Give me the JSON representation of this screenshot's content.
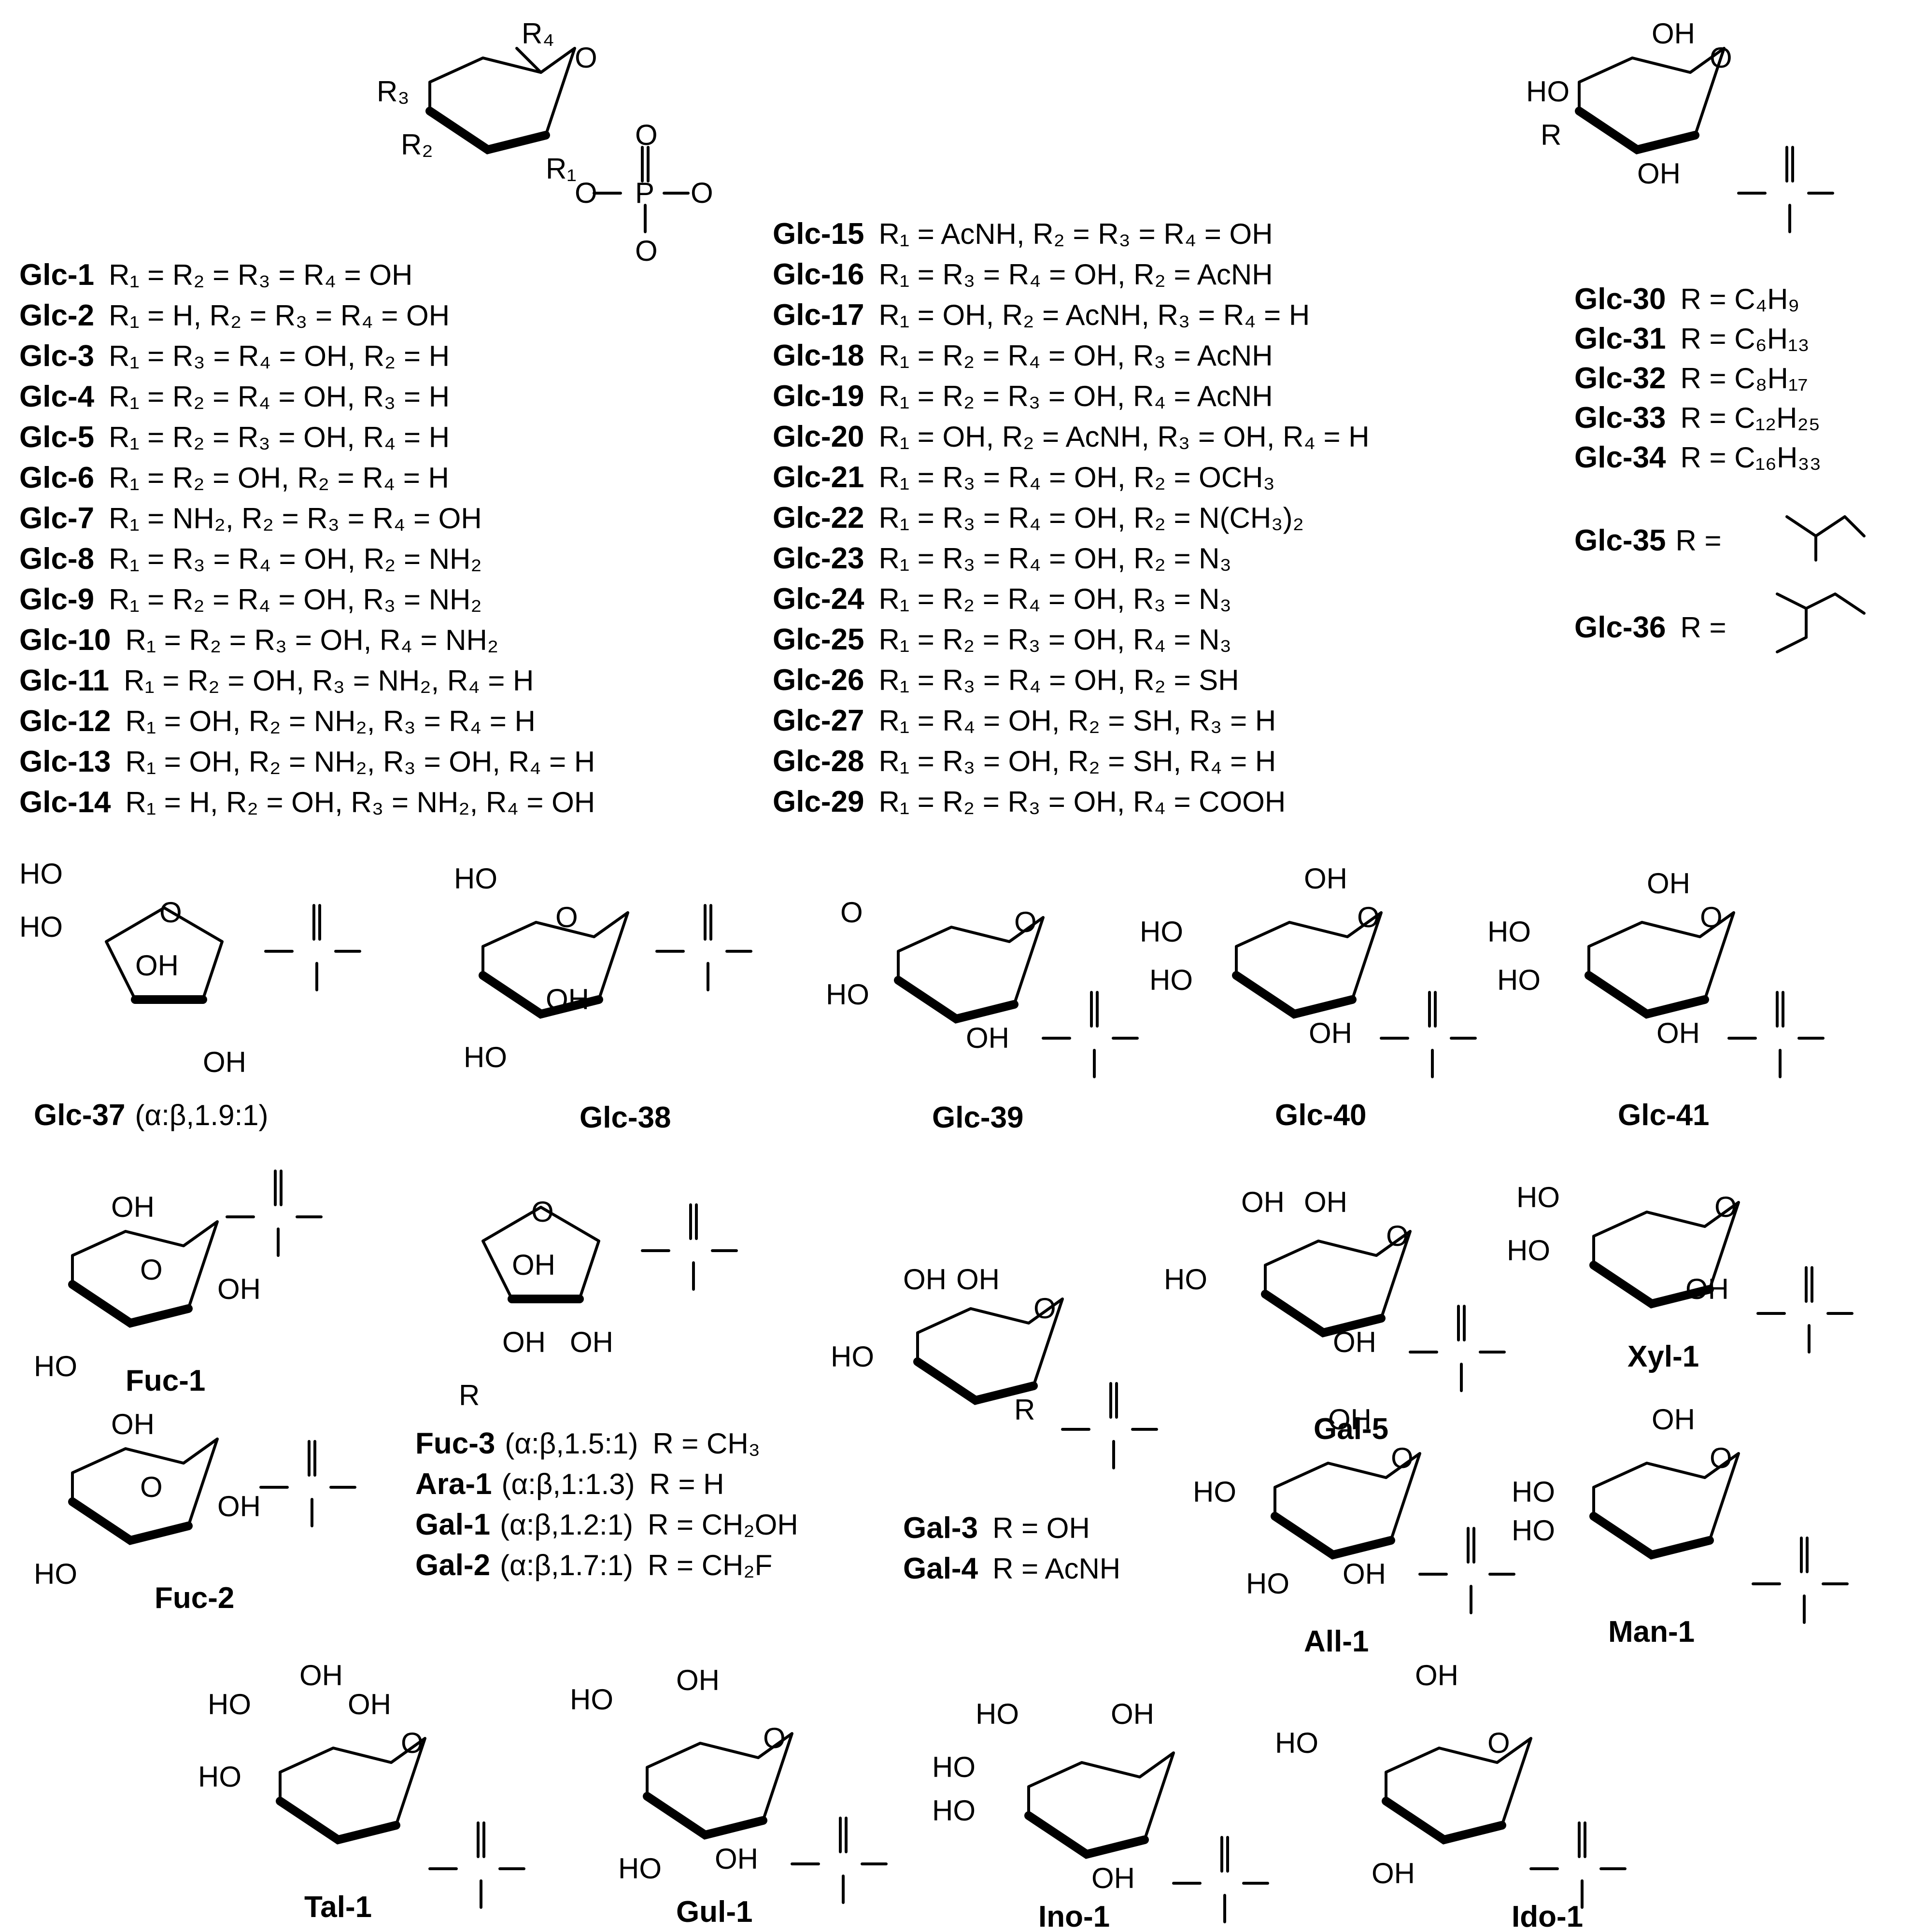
{
  "glc_series": [
    {
      "id": "Glc-1",
      "formula": "R₁ = R₂ = R₃ = R₄ = OH"
    },
    {
      "id": "Glc-2",
      "formula": "R₁ = H, R₂ = R₃ = R₄ = OH"
    },
    {
      "id": "Glc-3",
      "formula": "R₁ = R₃ = R₄ = OH, R₂ = H"
    },
    {
      "id": "Glc-4",
      "formula": "R₁ = R₂ = R₄ = OH, R₃ = H"
    },
    {
      "id": "Glc-5",
      "formula": "R₁ = R₂ = R₃ = OH, R₄ = H"
    },
    {
      "id": "Glc-6",
      "formula": "R₁ = R₂ = OH, R₂ = R₄ = H"
    },
    {
      "id": "Glc-7",
      "formula": "R₁ = NH₂, R₂ = R₃ = R₄ = OH"
    },
    {
      "id": "Glc-8",
      "formula": "R₁ = R₃ = R₄ = OH, R₂ = NH₂"
    },
    {
      "id": "Glc-9",
      "formula": "R₁ = R₂ = R₄ = OH, R₃ = NH₂"
    },
    {
      "id": "Glc-10",
      "formula": "R₁ = R₂ = R₃ = OH, R₄ = NH₂"
    },
    {
      "id": "Glc-11",
      "formula": "R₁ = R₂ = OH, R₃ =  NH₂, R₄ = H"
    },
    {
      "id": "Glc-12",
      "formula": "R₁ = OH, R₂ = NH₂, R₃ = R₄ = H"
    },
    {
      "id": "Glc-13",
      "formula": "R₁ = OH, R₂ = NH₂, R₃ = OH, R₄ = H"
    },
    {
      "id": "Glc-14",
      "formula": "R₁ = H, R₂ = OH, R₃ = NH₂,  R₄ = OH"
    },
    {
      "id": "Glc-15",
      "formula": "R₁ = AcNH, R₂ = R₃ = R₄ = OH"
    },
    {
      "id": "Glc-16",
      "formula": "R₁ = R₃ = R₄ = OH, R₂ = AcNH"
    },
    {
      "id": "Glc-17",
      "formula": "R₁ = OH, R₂ = AcNH, R₃ = R₄ = H"
    },
    {
      "id": "Glc-18",
      "formula": "R₁ = R₂ = R₄ = OH, R₃ = AcNH"
    },
    {
      "id": "Glc-19",
      "formula": "R₁ = R₂ = R₃ = OH, R₄ = AcNH"
    },
    {
      "id": "Glc-20",
      "formula": "R₁ = OH, R₂ = AcNH, R₃ = OH, R₄ = H"
    },
    {
      "id": "Glc-21",
      "formula": "R₁ = R₃ = R₄ = OH, R₂ = OCH₃"
    },
    {
      "id": "Glc-22",
      "formula": "R₁ = R₃ = R₄ = OH, R₂ = N(CH₃)₂"
    },
    {
      "id": "Glc-23",
      "formula": "R₁ = R₃ = R₄ = OH, R₂ = N₃"
    },
    {
      "id": "Glc-24",
      "formula": "R₁ = R₂ = R₄ = OH, R₃ = N₃"
    },
    {
      "id": "Glc-25",
      "formula": "R₁ = R₂ = R₃ = OH, R₄ = N₃"
    },
    {
      "id": "Glc-26",
      "formula": "R₁ = R₃ = R₄ = OH, R₂ = SH"
    },
    {
      "id": "Glc-27",
      "formula": "R₁ = R₄ = OH, R₂ = SH, R₃ = H"
    },
    {
      "id": "Glc-28",
      "formula": "R₁ = R₃ = OH, R₂ = SH, R₄ = H"
    },
    {
      "id": "Glc-29",
      "formula": "R₁ = R₂ = R₃ = OH, R₄ = COOH"
    }
  ],
  "alkyl_series": [
    {
      "id": "Glc-30",
      "formula": "R = C₄H₉"
    },
    {
      "id": "Glc-31",
      "formula": "R = C₆H₁₃"
    },
    {
      "id": "Glc-32",
      "formula": "R = C₈H₁₇"
    },
    {
      "id": "Glc-33",
      "formula": "R = C₁₂H₂₅"
    },
    {
      "id": "Glc-34",
      "formula": "R = C₁₆H₃₃"
    },
    {
      "id": "Glc-35",
      "formula": "R ="
    },
    {
      "id": "Glc-36",
      "formula": "R ="
    }
  ],
  "furanose_series": [
    {
      "id": "Fuc-3",
      "ratio": "(α:β,1.5:1)",
      "formula": "R = CH₃"
    },
    {
      "id": "Ara-1",
      "ratio": "(α:β,1:1.3)",
      "formula": "R = H"
    },
    {
      "id": "Gal-1",
      "ratio": "(α:β,1.2:1)",
      "formula": "R = CH₂OH"
    },
    {
      "id": "Gal-2",
      "ratio": "(α:β,1.7:1)",
      "formula": "R = CH₂F"
    }
  ],
  "gal_series": [
    {
      "id": "Gal-3",
      "formula": "R = OH"
    },
    {
      "id": "Gal-4",
      "formula": "R = AcNH"
    }
  ],
  "compound_labels": {
    "glc37": "Glc-37",
    "glc37_ratio": "(α:β,1.9:1)",
    "glc38": "Glc-38",
    "glc39": "Glc-39",
    "glc40": "Glc-40",
    "glc41": "Glc-41",
    "fuc1": "Fuc-1",
    "fuc2": "Fuc-2",
    "gal5": "Gal-5",
    "xyl1": "Xyl-1",
    "all1": "All-1",
    "man1": "Man-1",
    "tal1": "Tal-1",
    "gul1": "Gul-1",
    "ino1": "Ino-1",
    "ido1": "Ido-1"
  },
  "atoms": {
    "oh": "OH",
    "ho": "HO",
    "o": "O",
    "p": "P",
    "minus": "−",
    "r": "R",
    "r1": "R₁",
    "r2": "R₂",
    "r3": "R₃",
    "r4": "R₄",
    "ring_o": "O"
  }
}
